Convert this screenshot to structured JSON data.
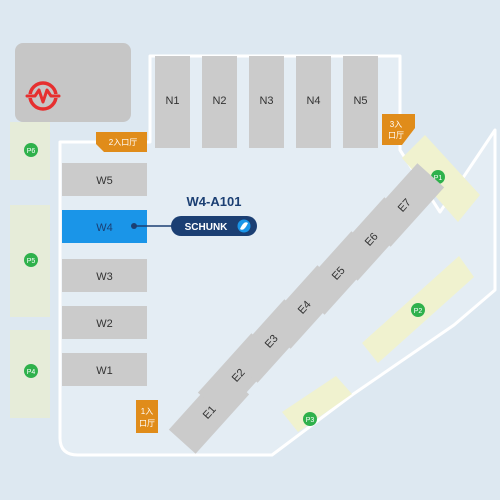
{
  "colors": {
    "background": "#dde8f1",
    "venue_floor": "#e4edf4",
    "venue_outline": "#ffffff",
    "hall": "#cbcbcb",
    "hall_highlight": "#1a95e8",
    "metro_block": "#c6c6c6",
    "metro_logo": "#e62f2f",
    "parking_area": "#f0f2cf",
    "parking_marker": "#2fb14c",
    "entrance": "#e08c1a",
    "booth_text": "#1b3f73",
    "logo_badge": "#1b3f73"
  },
  "icons": {
    "metro": "metro-logo-icon",
    "parking": "circle-marker-icon",
    "logo_swirl": "swirl-icon"
  },
  "halls": {
    "north": [
      "N1",
      "N2",
      "N3",
      "N4",
      "N5"
    ],
    "west": [
      "W5",
      "W4",
      "W3",
      "W2",
      "W1"
    ],
    "east": [
      "E1",
      "E2",
      "E3",
      "E4",
      "E5",
      "E6",
      "E7"
    ]
  },
  "highlighted_hall": "W4",
  "booth": {
    "code": "W4-A101",
    "exhibitor_logo": "SCHUNK"
  },
  "entrances": {
    "entrance_1": [
      "1入",
      "口厅"
    ],
    "entrance_2": [
      "2入口厅"
    ],
    "entrance_3": [
      "3入",
      "口厅"
    ]
  },
  "parking": {
    "p1": "P1",
    "p2": "P2",
    "p3": "P3",
    "p4": "P4",
    "p5": "P5",
    "p6": "P6"
  }
}
